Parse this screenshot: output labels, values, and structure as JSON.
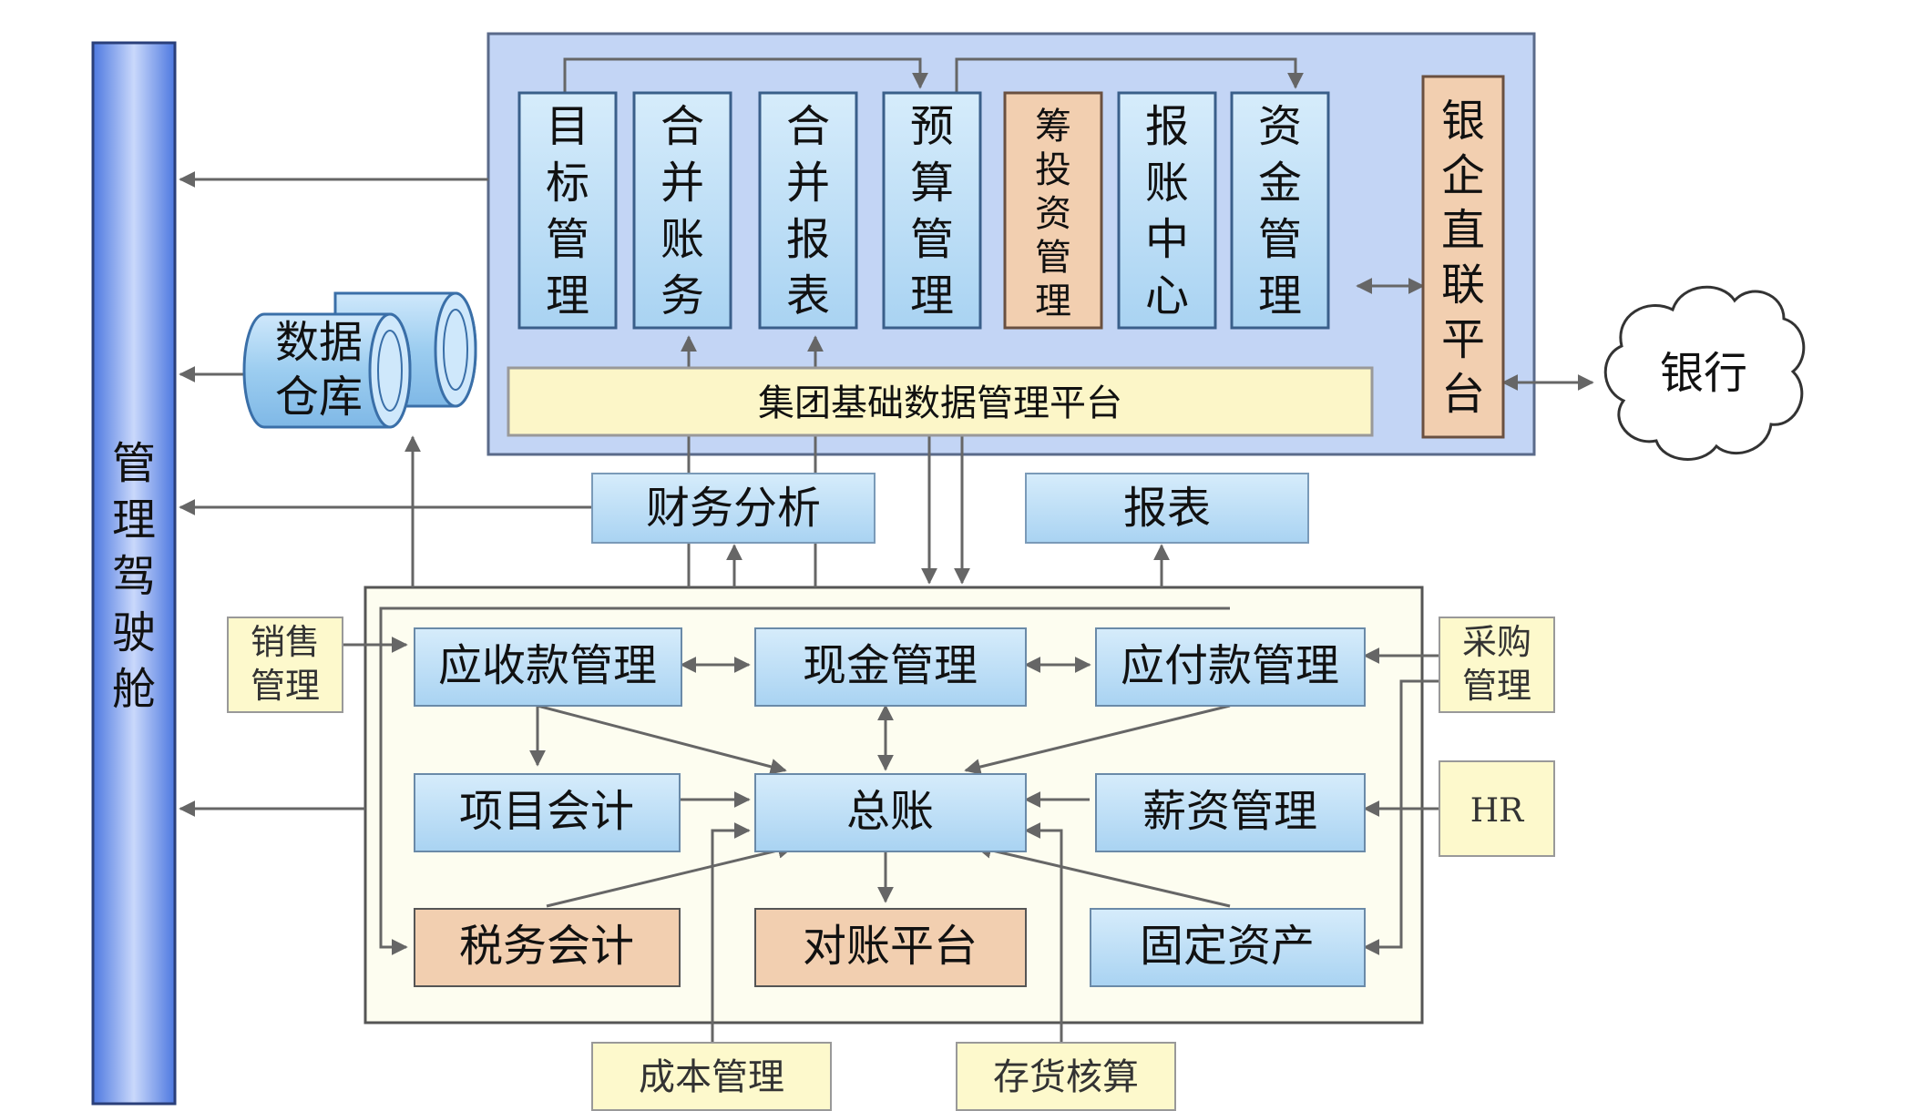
{
  "colors": {
    "blue_box": "#bfe1f7",
    "blue_box_stroke": "#3a5f8a",
    "orange_box": "#f2cfb0",
    "orange_box_stroke": "#6a5040",
    "top_panel": "#c3d5f5",
    "bottom_panel": "#fdfdf0",
    "yellow_box": "#fdf9cc",
    "cockpit": "#7fa0ea",
    "arrow": "#666666"
  },
  "left_bar": {
    "label": "管理驾驶舱"
  },
  "data_warehouse": {
    "label_line1": "数据",
    "label_line2": "仓库"
  },
  "bank": {
    "label": "银行"
  },
  "top_modules": [
    {
      "label": "目标管理",
      "style": "blue"
    },
    {
      "label": "合并账务",
      "style": "blue"
    },
    {
      "label": "合并报表",
      "style": "blue"
    },
    {
      "label": "预算管理",
      "style": "blue"
    },
    {
      "label": "筹投资管理",
      "style": "orange"
    },
    {
      "label": "报账中心",
      "style": "blue"
    },
    {
      "label": "资金管理",
      "style": "blue"
    }
  ],
  "bank_enterprise": {
    "label": "银企直联平台"
  },
  "base_platform": {
    "label": "集团基础数据管理平台"
  },
  "financial_analysis": {
    "label": "财务分析"
  },
  "reports": {
    "label": "报表"
  },
  "core": {
    "receivables": "应收款管理",
    "cash": "现金管理",
    "payables": "应付款管理",
    "project_accounting": "项目会计",
    "general_ledger": "总账",
    "payroll": "薪资管理",
    "tax_accounting": "税务会计",
    "reconciliation": "对账平台",
    "fixed_assets": "固定资产"
  },
  "external": {
    "sales": "销售管理",
    "purchasing": "采购管理",
    "hr": "HR",
    "cost": "成本管理",
    "inventory": "存货核算"
  }
}
